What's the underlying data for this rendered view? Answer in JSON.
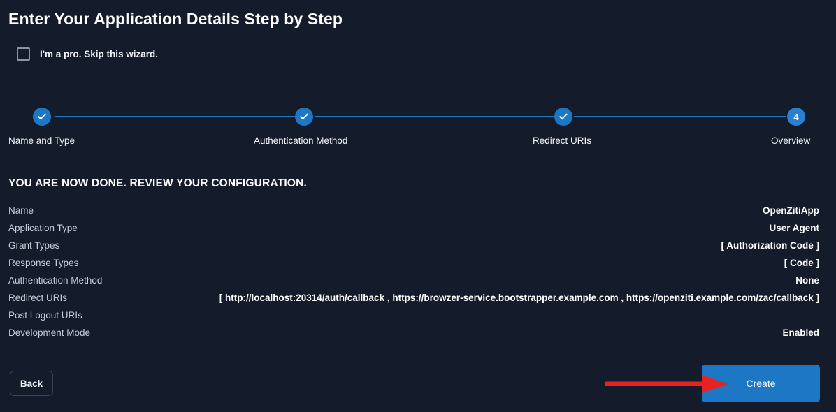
{
  "page": {
    "title": "Enter Your Application Details Step by Step"
  },
  "skip": {
    "label": "I'm a pro. Skip this wizard.",
    "checked": false
  },
  "stepper": {
    "steps": [
      {
        "label": "Name and Type",
        "number": "1",
        "state": "complete",
        "mark": "✓"
      },
      {
        "label": "Authentication Method",
        "number": "2",
        "state": "complete",
        "mark": "✓"
      },
      {
        "label": "Redirect URIs",
        "number": "3",
        "state": "complete",
        "mark": "✓"
      },
      {
        "label": "Overview",
        "number": "4",
        "state": "current",
        "mark": "4"
      }
    ]
  },
  "review": {
    "heading": "YOU ARE NOW DONE. REVIEW YOUR CONFIGURATION.",
    "rows": [
      {
        "key": "Name",
        "value": "OpenZitiApp"
      },
      {
        "key": "Application Type",
        "value": "User Agent"
      },
      {
        "key": "Grant Types",
        "value": "[ Authorization Code ]"
      },
      {
        "key": "Response Types",
        "value": "[ Code ]"
      },
      {
        "key": "Authentication Method",
        "value": "None"
      },
      {
        "key": "Redirect URIs",
        "value": "[ http://localhost:20314/auth/callback , https://browzer-service.bootstrapper.example.com , https://openziti.example.com/zac/callback ]"
      },
      {
        "key": "Post Logout URIs",
        "value": ""
      },
      {
        "key": "Development Mode",
        "value": "Enabled"
      }
    ]
  },
  "footer": {
    "back_label": "Back",
    "create_label": "Create"
  },
  "colors": {
    "background": "#141b2a",
    "accent_blue": "#1d77c4",
    "step_current_blue": "#2b7fd0",
    "annotation_red": "#e82121",
    "label_gray": "#c8ced8",
    "value_white": "#ffffff",
    "border_gray": "#3a4254"
  },
  "annotation": {
    "arrow": "red-right-arrow-to-create-button"
  }
}
